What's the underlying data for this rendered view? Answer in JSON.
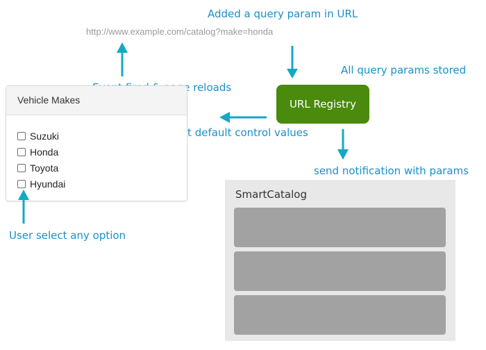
{
  "url": "http://www.example.com/catalog?make=honda",
  "notes": {
    "added_param": "Added a query param in URL",
    "params_stored": "All query params stored",
    "event_fired": "Event fired & page reloads",
    "set_defaults": "set default control values",
    "send_notification": "send notification with params",
    "user_select": "User select any option"
  },
  "panel": {
    "title": "Vehicle Makes",
    "options": [
      "Suzuki",
      "Honda",
      "Toyota",
      "Hyundai"
    ]
  },
  "registry": {
    "label": "URL Registry"
  },
  "catalog": {
    "title": "SmartCatalog"
  },
  "colors": {
    "arrow": "#12a9c4",
    "note": "#1a8fc9",
    "registry": "#4a8a0c",
    "catalog_bg": "#e8e8e8",
    "catalog_item": "#a2a2a2"
  }
}
